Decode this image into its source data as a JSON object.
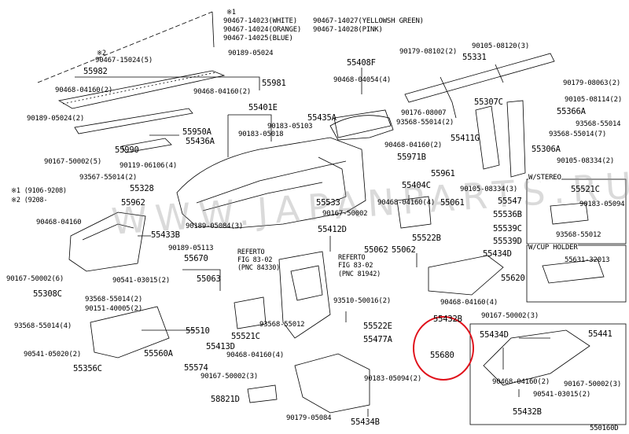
{
  "labels": {
    "l_mark1": "※1",
    "l_90467_14023": "90467-14023(WHITE)",
    "l_90467_14024": "90467-14024(ORANGE)",
    "l_90467_14025": "90467-14025(BLUE)",
    "l_90467_14027": "90467-14027(YELLOWSH GREEN)",
    "l_90467_14028": "90467-14028(PINK)",
    "l_90189_05024_top": "90189-05024",
    "l_mark2_15024": "※2",
    "l_90467_15024": "90467-15024(5)",
    "l_55982": "55982",
    "l_90468_04160_a": "90468-04160(2)",
    "l_55981": "55981",
    "l_90468_04160_b": "90468-04160(2)",
    "l_90189_05024_left": "90189-05024(2)",
    "l_55950A": "55950A",
    "l_55436A": "55436A",
    "l_55990": "55990",
    "l_90167_50002_a": "90167-50002(5)",
    "l_90119_06106": "90119-06106(4)",
    "l_93567_55014": "93567-55014(2)",
    "l_55328": "55328",
    "l_note1": "※1 (9106-9208)",
    "l_note2": "※2 (9208-",
    "l_55962": "55962",
    "l_90468_04160_c": "90468-04160",
    "l_55433B": "55433B",
    "l_90189_05084": "90189-05084(3)",
    "l_90189_05113": "90189-05113",
    "l_90167_50002_b": "90167-50002(6)",
    "l_90541_03015_a": "90541-03015(2)",
    "l_55308C": "55308C",
    "l_93568_55014_a": "93568-55014(2)",
    "l_90151_40005": "90151-40005(2)",
    "l_93568_55014_b": "93568-55014(4)",
    "l_55510": "55510",
    "l_90541_05020": "90541-05020(2)",
    "l_55560A": "55560A",
    "l_55356C": "55356C",
    "l_55574": "55574",
    "l_55408F": "55408F",
    "l_90468_04054": "90468-04054(4)",
    "l_55401E": "55401E",
    "l_90183_05103": "90183-05103",
    "l_90183_05018": "90183-05018",
    "l_55435A": "55435A",
    "l_55533": "55533",
    "l_90167_50002_c": "90167-50002",
    "l_55412D": "55412D",
    "l_55670": "55670",
    "l_55063": "55063",
    "l_referto1": "REFERTO",
    "l_fig1": "FIG 83-02",
    "l_pnc1": "(PNC 84330)",
    "l_referto2": "REFERTO",
    "l_fig2": "FIG 83-02",
    "l_pnc2": "(PNC 81942)",
    "l_55062a": "55062",
    "l_55062b": "55062",
    "l_93510_50016": "93510-50016(2)",
    "l_93568_55012": "93568-55012",
    "l_55522E": "55522E",
    "l_55521C_mid": "55521C",
    "l_55477A": "55477A",
    "l_55413D": "55413D",
    "l_90468_04160_d": "90468-04160(4)",
    "l_90167_50002_d": "90167-50002(3)",
    "l_58821D": "58821D",
    "l_90183_05094_mid": "90183-05094(2)",
    "l_90179_05084": "90179-05084",
    "l_55434B": "55434B",
    "l_90179_08102": "90179-08102(2)",
    "l_55331": "55331",
    "l_90105_08120": "90105-08120(3)",
    "l_90179_08063": "90179-08063(2)",
    "l_90176_08007": "90176-08007",
    "l_55307C": "55307C",
    "l_90105_08114": "90105-08114(2)",
    "l_93568_55014_c": "93568-55014(2)",
    "l_55366A": "55366A",
    "l_93568_55014_d": "93568-55014",
    "l_93568_55014_e": "93568-55014(7)",
    "l_55411G": "55411G",
    "l_90468_04160_e": "90468-04160(2)",
    "l_55306A": "55306A",
    "l_90105_08334_a": "90105-08334(2)",
    "l_55971B": "55971B",
    "l_55961": "55961",
    "l_90105_08334_b": "90105-08334(3)",
    "l_55404C": "55404C",
    "l_90468_04160_f": "90468-04160(4)",
    "l_55061": "55061",
    "l_55547": "55547",
    "l_55536B": "55536B",
    "l_55539C": "55539C",
    "l_55539D": "55539D",
    "l_55522B": "55522B",
    "l_55434D": "55434D",
    "l_55620": "55620",
    "l_90468_04160_g": "90468-04160(4)",
    "l_90167_50002_e": "90167-50002(3)",
    "l_55432B_top": "55432B",
    "l_55680": "55680",
    "l_wstereo": "W/STEREO",
    "l_55521C_box": "55521C",
    "l_90183_05094_box": "90183-05094",
    "l_93568_55012_box": "93568-55012",
    "l_wcup": "W/CUP HOLDER",
    "l_55631_32013": "55631-32013",
    "l_55434D_box": "55434D",
    "l_55441": "55441",
    "l_90468_04160_h": "90468-04160(2)",
    "l_90167_50002_f": "90167-50002(3)",
    "l_90541_03015_b": "90541-03015(2)",
    "l_55432B_box": "55432B",
    "l_fig_no": "550160D"
  },
  "watermark": "WWW.JAPANPARTS.RU",
  "highlight_color": "#e0101a"
}
